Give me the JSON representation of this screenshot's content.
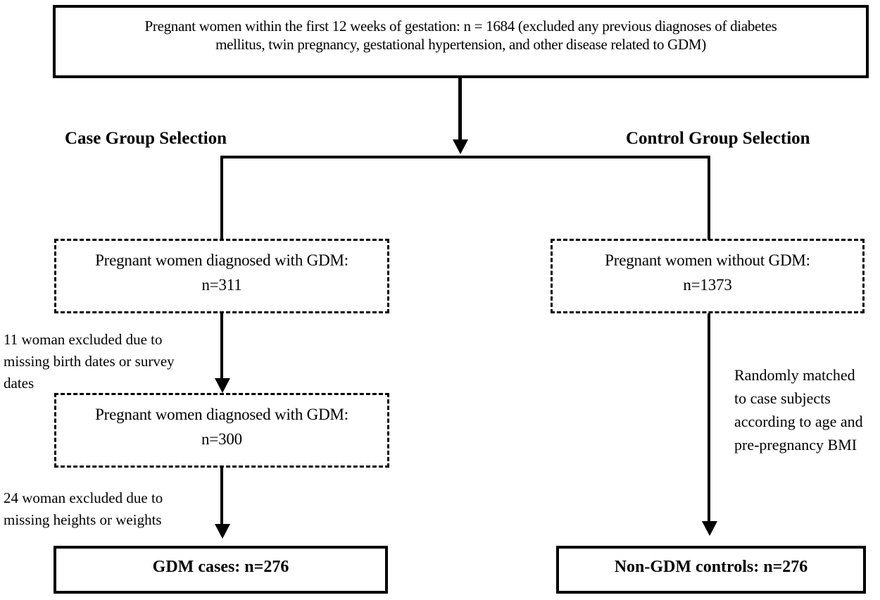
{
  "colors": {
    "ink": "#000000",
    "background": "#ffffff"
  },
  "top_box": {
    "lines": [
      "Pregnant women within the first 12 weeks of gestation: n = 1684 (excluded any previous diagnoses of diabetes",
      "mellitus, twin pregnancy, gestational hypertension, and other disease related to GDM)"
    ]
  },
  "branch_labels": {
    "case": "Case Group Selection",
    "control": "Control Group Selection"
  },
  "case_branch": {
    "box_diagnosed_311": {
      "lines": [
        "Pregnant women diagnosed with GDM:",
        "n=311"
      ]
    },
    "exclusion_note_1": {
      "lines": [
        "11 woman excluded due to",
        "missing birth dates or survey",
        "dates"
      ]
    },
    "box_diagnosed_300": {
      "lines": [
        "Pregnant women diagnosed with GDM:",
        "n=300"
      ]
    },
    "exclusion_note_2": {
      "lines": [
        "24 woman excluded due to",
        "missing heights or weights"
      ]
    },
    "final_box": {
      "label": "GDM cases: n=276"
    }
  },
  "control_branch": {
    "box_without_gdm": {
      "lines": [
        "Pregnant women without GDM:",
        "n=1373"
      ]
    },
    "matching_note": {
      "lines": [
        "Randomly matched",
        "to case subjects",
        "according to age and",
        "pre-pregnancy BMI"
      ]
    },
    "final_box": {
      "label": "Non-GDM controls: n=276"
    }
  }
}
